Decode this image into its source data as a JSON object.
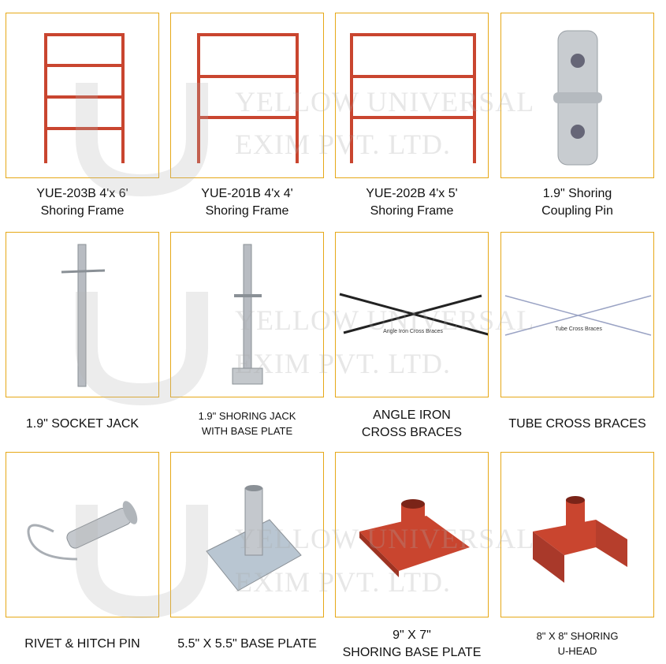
{
  "watermark": {
    "line1": "YELLOW UNIVERSAL",
    "line2": "EXIM PVT. LTD."
  },
  "border_color": "#e6a817",
  "products": [
    {
      "caption": [
        "YUE-203B 4'x 6'",
        "Shoring Frame"
      ],
      "image": "shoring-frame"
    },
    {
      "caption": [
        "YUE-201B 4'x 4'",
        "Shoring Frame"
      ],
      "image": "shoring-frame"
    },
    {
      "caption": [
        "YUE-202B 4'x 5'",
        "Shoring Frame"
      ],
      "image": "shoring-frame"
    },
    {
      "caption": [
        "1.9\"  Shoring",
        "Coupling Pin"
      ],
      "image": "coupling-pin"
    },
    {
      "caption": [
        "1.9\" SOCKET JACK",
        ""
      ],
      "image": "socket-jack"
    },
    {
      "caption": [
        "1.9\" SHORING JACK",
        "WITH BASE PLATE"
      ],
      "image": "shoring-jack"
    },
    {
      "caption": [
        "ANGLE IRON",
        "CROSS BRACES"
      ],
      "image": "angle-iron-cross-braces",
      "label": "Angle Iron Cross Braces"
    },
    {
      "caption": [
        "TUBE CROSS BRACES",
        ""
      ],
      "image": "tube-cross-braces",
      "label": "Tube Cross Braces"
    },
    {
      "caption": [
        "RIVET & HITCH PIN",
        ""
      ],
      "image": "rivet-hitch-pin"
    },
    {
      "caption": [
        "5.5\" X 5.5\" BASE PLATE",
        ""
      ],
      "image": "base-plate"
    },
    {
      "caption": [
        "9\" X 7\"",
        "SHORING BASE PLATE"
      ],
      "image": "shoring-base-plate"
    },
    {
      "caption": [
        "8\" X 8\" SHORING",
        "U-HEAD"
      ],
      "image": "u-head"
    }
  ]
}
